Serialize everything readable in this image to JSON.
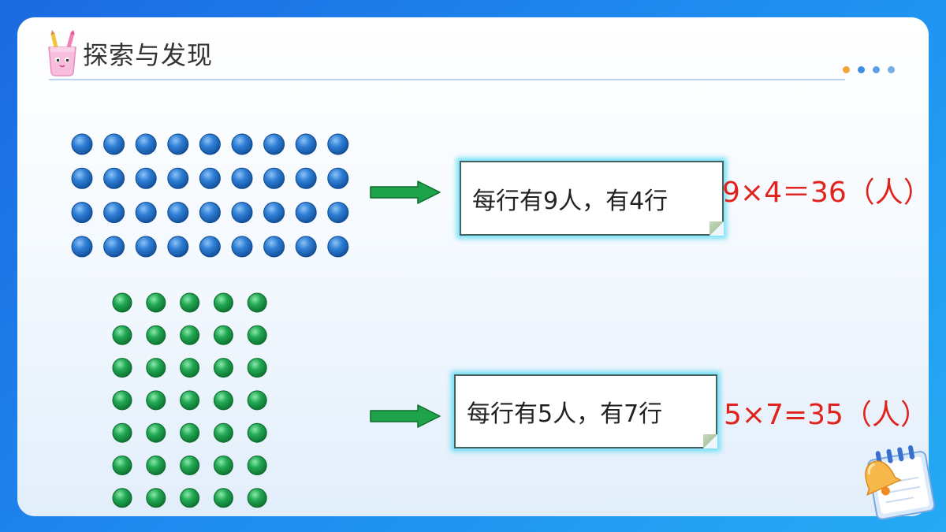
{
  "slide": {
    "title": "探索与发现",
    "header_dot_colors": [
      "#f3a33a",
      "#3d8fe0",
      "#5a9fe5",
      "#76aee6"
    ]
  },
  "colors": {
    "frame": "#1f8cf0",
    "blue_dot": "#2f7fd6",
    "green_dot": "#22a853",
    "arrow": "#1fa34a",
    "equation": "#e0231d"
  },
  "arrays": [
    {
      "dot_color": "blue",
      "rows": 4,
      "cols": 9,
      "sentence": "每行有9人，有4行",
      "equation": "9×4＝36（人）"
    },
    {
      "dot_color": "green",
      "rows": 7,
      "cols": 5,
      "sentence": "每行有5人，有7行",
      "equation": "5×7=35（人）"
    }
  ],
  "icons": [
    "pencil-cup-icon",
    "right-arrow-icon",
    "bell-notepad-icon"
  ]
}
